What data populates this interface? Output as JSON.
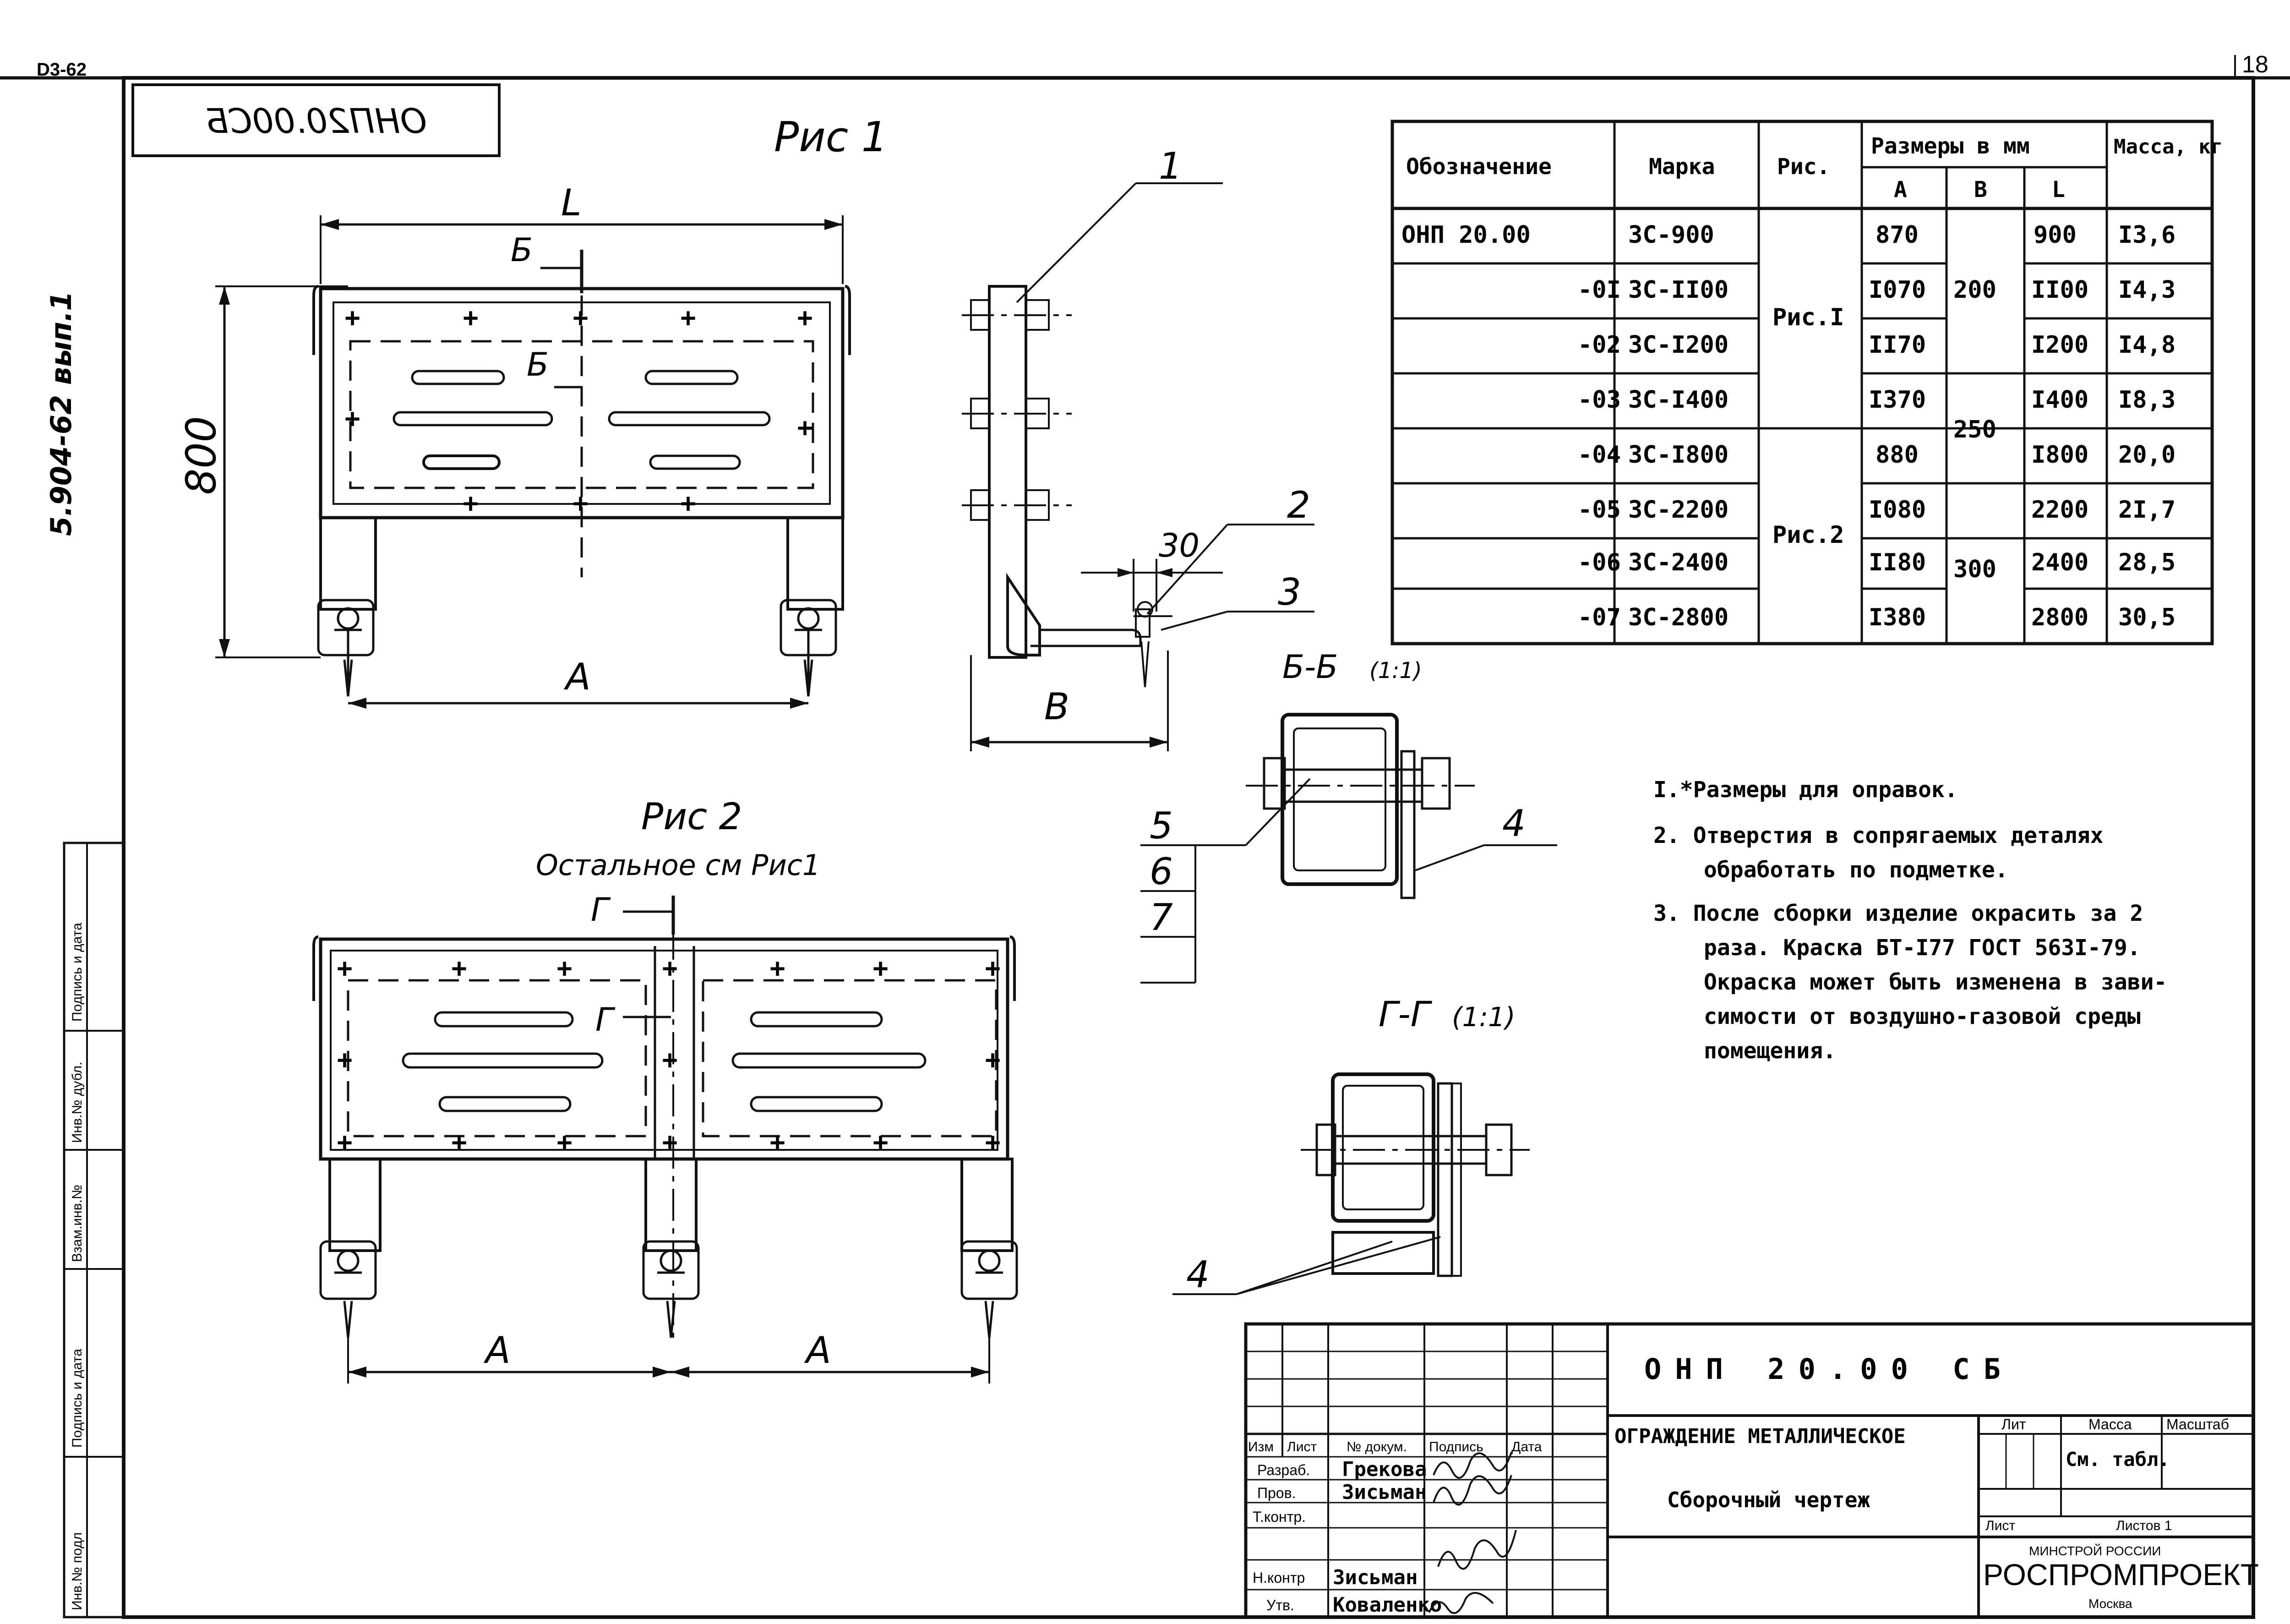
{
  "page": {
    "corner_code": "D3-62",
    "sheet_number": "18",
    "album_code": "5.904-62 вып.1",
    "stamp_mirror": "ОНП20.00СБ"
  },
  "fig1": {
    "title": "Рис 1",
    "dim_L": "L",
    "dim_800": "800",
    "dim_A": "A",
    "dim_B": "B",
    "dim_30": "30",
    "section_mark": "Б",
    "callouts": [
      "1",
      "2",
      "3"
    ]
  },
  "fig2": {
    "title": "Рис 2",
    "subtitle": "Остальное см Рис1",
    "section_mark": "Г",
    "dim_A_left": "A",
    "dim_A_right": "A"
  },
  "section_bb": {
    "title": "Б-Б",
    "scale": "(1:1)",
    "callouts": [
      "5",
      "6",
      "7",
      "4"
    ]
  },
  "section_gg": {
    "title": "Г-Г",
    "scale": "(1:1)",
    "callout": "4"
  },
  "spec_table": {
    "headers": {
      "designation": "Обозначение",
      "mark": "Марка",
      "fig": "Рис.",
      "sizes": "Размеры в мм",
      "A": "A",
      "B": "B",
      "L": "L",
      "mass": "Масса, кг"
    },
    "rows": [
      {
        "designation": "ОНП 20.00",
        "mark": "ЗС-900",
        "A": "870",
        "L": "900",
        "mass": "I3,6"
      },
      {
        "designation": "-0I",
        "mark": "ЗС-II00",
        "A": "I070",
        "L": "II00",
        "mass": "I4,3"
      },
      {
        "designation": "-02",
        "mark": "ЗС-I200",
        "A": "II70",
        "L": "I200",
        "mass": "I4,8"
      },
      {
        "designation": "-03",
        "mark": "ЗС-I400",
        "A": "I370",
        "L": "I400",
        "mass": "I8,3"
      },
      {
        "designation": "-04",
        "mark": "ЗС-I800",
        "A": "880",
        "L": "I800",
        "mass": "20,0"
      },
      {
        "designation": "-05",
        "mark": "ЗС-2200",
        "A": "I080",
        "L": "2200",
        "mass": "2I,7"
      },
      {
        "designation": "-06",
        "mark": "ЗС-2400",
        "A": "II80",
        "L": "2400",
        "mass": "28,5"
      },
      {
        "designation": "-07",
        "mark": "ЗС-2800",
        "A": "I380",
        "L": "2800",
        "mass": "30,5"
      }
    ],
    "fig_groups": [
      "Рис.I",
      "Рис.2"
    ],
    "B_groups": [
      "200",
      "250",
      "300"
    ]
  },
  "notes": [
    "I.*Размеры для оправок.",
    "2. Отверстия в сопрягаемых деталях",
    "обработать по подметке.",
    "3. После сборки изделие окрасить за 2",
    "раза. Краска БТ-I77 ГОСТ 563I-79.",
    "Окраска может быть изменена в зави-",
    "симости от воздушно-газовой среды",
    "помещения."
  ],
  "title_block": {
    "doc_code": "ОНП 20.00 СБ",
    "name": "ОГРАЖДЕНИЕ МЕТАЛЛИЧЕСКОЕ",
    "doc_type": "Сборочный чертеж",
    "col_labels": [
      "Изм",
      "Лист",
      "№ докум.",
      "Подпись",
      "Дата"
    ],
    "roles": [
      "Разраб.",
      "Пров.",
      "Т.контр.",
      "",
      "Н.контр",
      "Утв."
    ],
    "names": [
      "Грекова",
      "Зисьман",
      "",
      "",
      "Зисьман",
      "Коваленко"
    ],
    "lit": "Лит",
    "mass": "Масса",
    "scale": "Масштаб",
    "mass_value": "См. табл.",
    "sheet": "Лист",
    "sheets": "Листов 1",
    "ministry": "МИНСТРОЙ РОССИИ",
    "org": "РОСПРОМПРОЕКТ",
    "city": "Москва"
  },
  "left_strip": {
    "labels": [
      "Подпись и дата",
      "Инв.№ дубл.",
      "Взам.инв.№",
      "Подпись и дата",
      "Инв.№ подл"
    ]
  }
}
